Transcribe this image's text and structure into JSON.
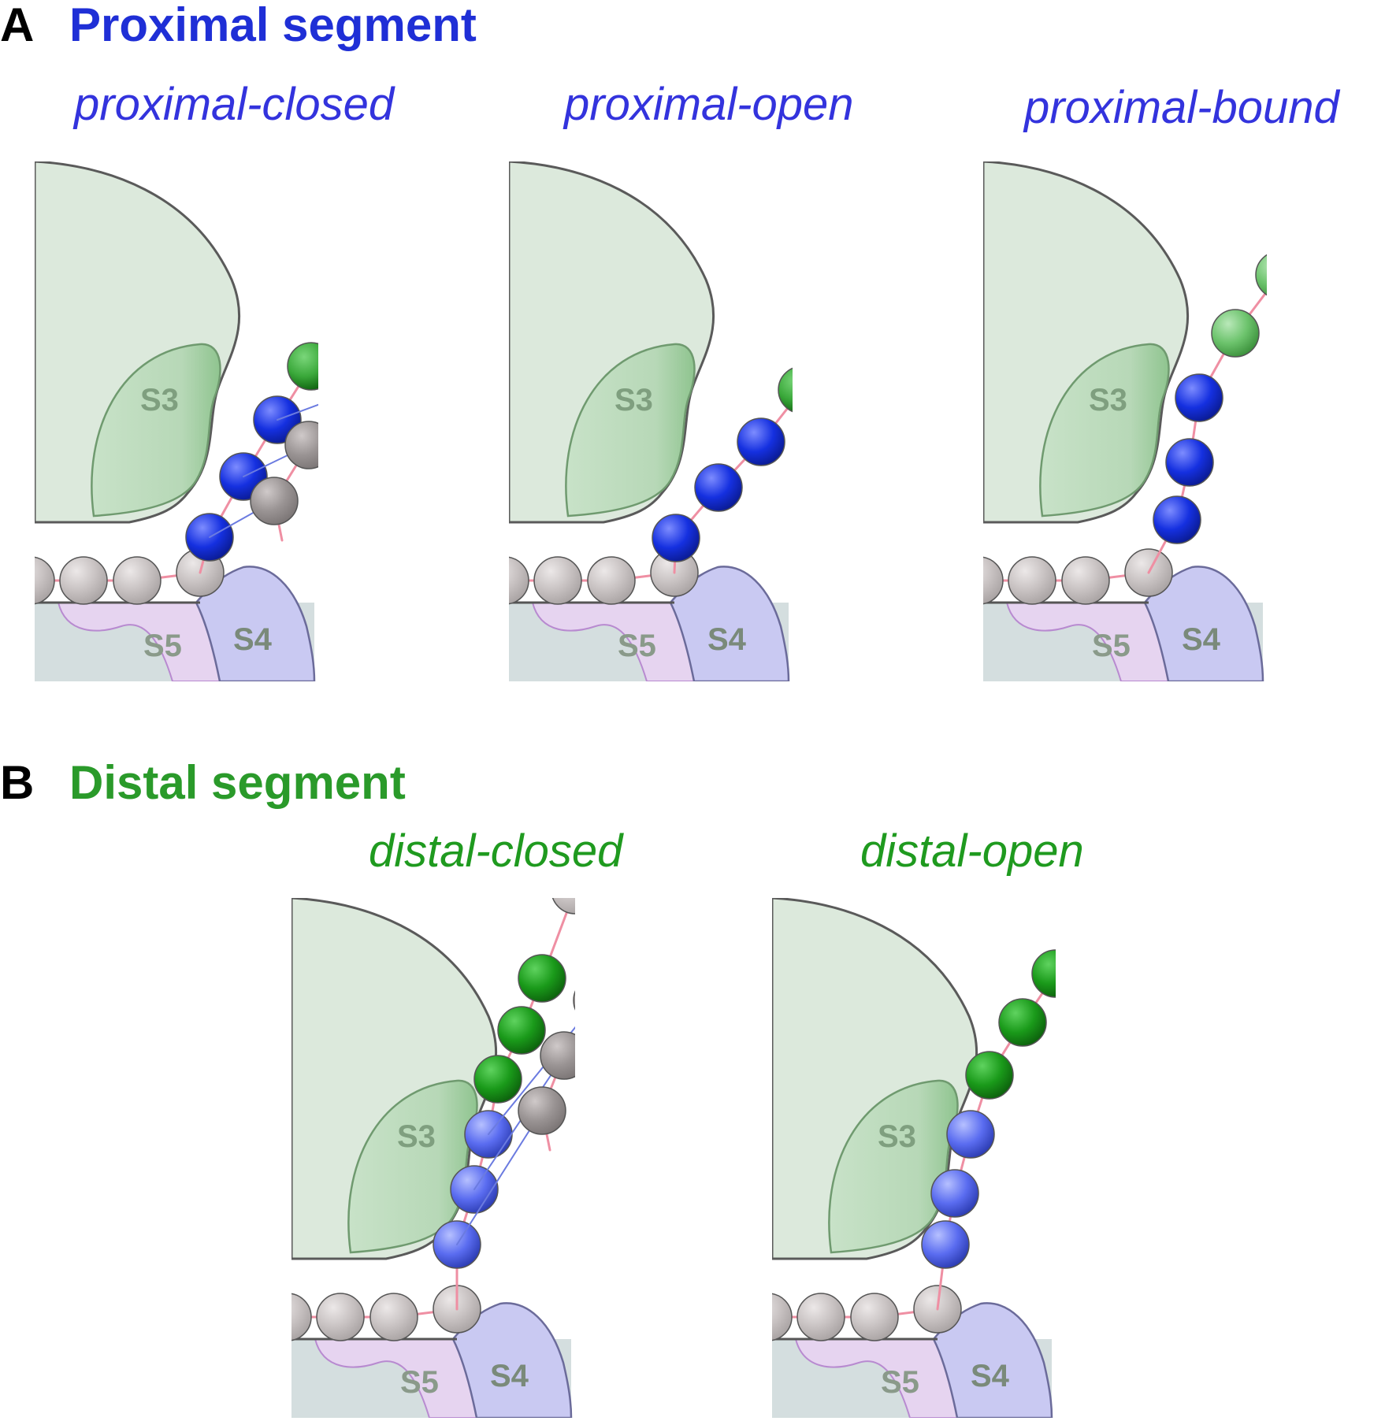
{
  "colors": {
    "proximal_blue": "#1f2fd6",
    "distal_green": "#2a9a2a",
    "label_blue": "#3333dd",
    "label_green": "#1f9a1f",
    "pocket_green": "#dce9dc",
    "s3_green": "#c8e2c8",
    "s4_lavender": "#c9c9f2",
    "s5_pink": "#e6d4f0",
    "linker_pink": "#ef8fa3",
    "bead_gray": "#c8c2c2",
    "bead_dark_gray": "#9a9494",
    "bead_blue": "#1530e0",
    "bead_light_blue": "#5a6cf0",
    "bead_green": "#1a9a1a",
    "bead_light_green": "#6cc36c"
  },
  "section_a": {
    "letter": "A",
    "title": "Proximal segment",
    "panels": [
      {
        "label": "proximal-closed",
        "s3": "S3",
        "s4": "S4",
        "s5": "S5"
      },
      {
        "label": "proximal-open",
        "s3": "S3",
        "s4": "S4",
        "s5": "S5"
      },
      {
        "label": "proximal-bound",
        "s3": "S3",
        "s4": "S4",
        "s5": "S5"
      }
    ]
  },
  "section_b": {
    "letter": "B",
    "title": "Distal segment",
    "panels": [
      {
        "label": "distal-closed",
        "s3": "S3",
        "s4": "S4",
        "s5": "S5"
      },
      {
        "label": "distal-open",
        "s3": "S3",
        "s4": "S4",
        "s5": "S5"
      }
    ]
  }
}
